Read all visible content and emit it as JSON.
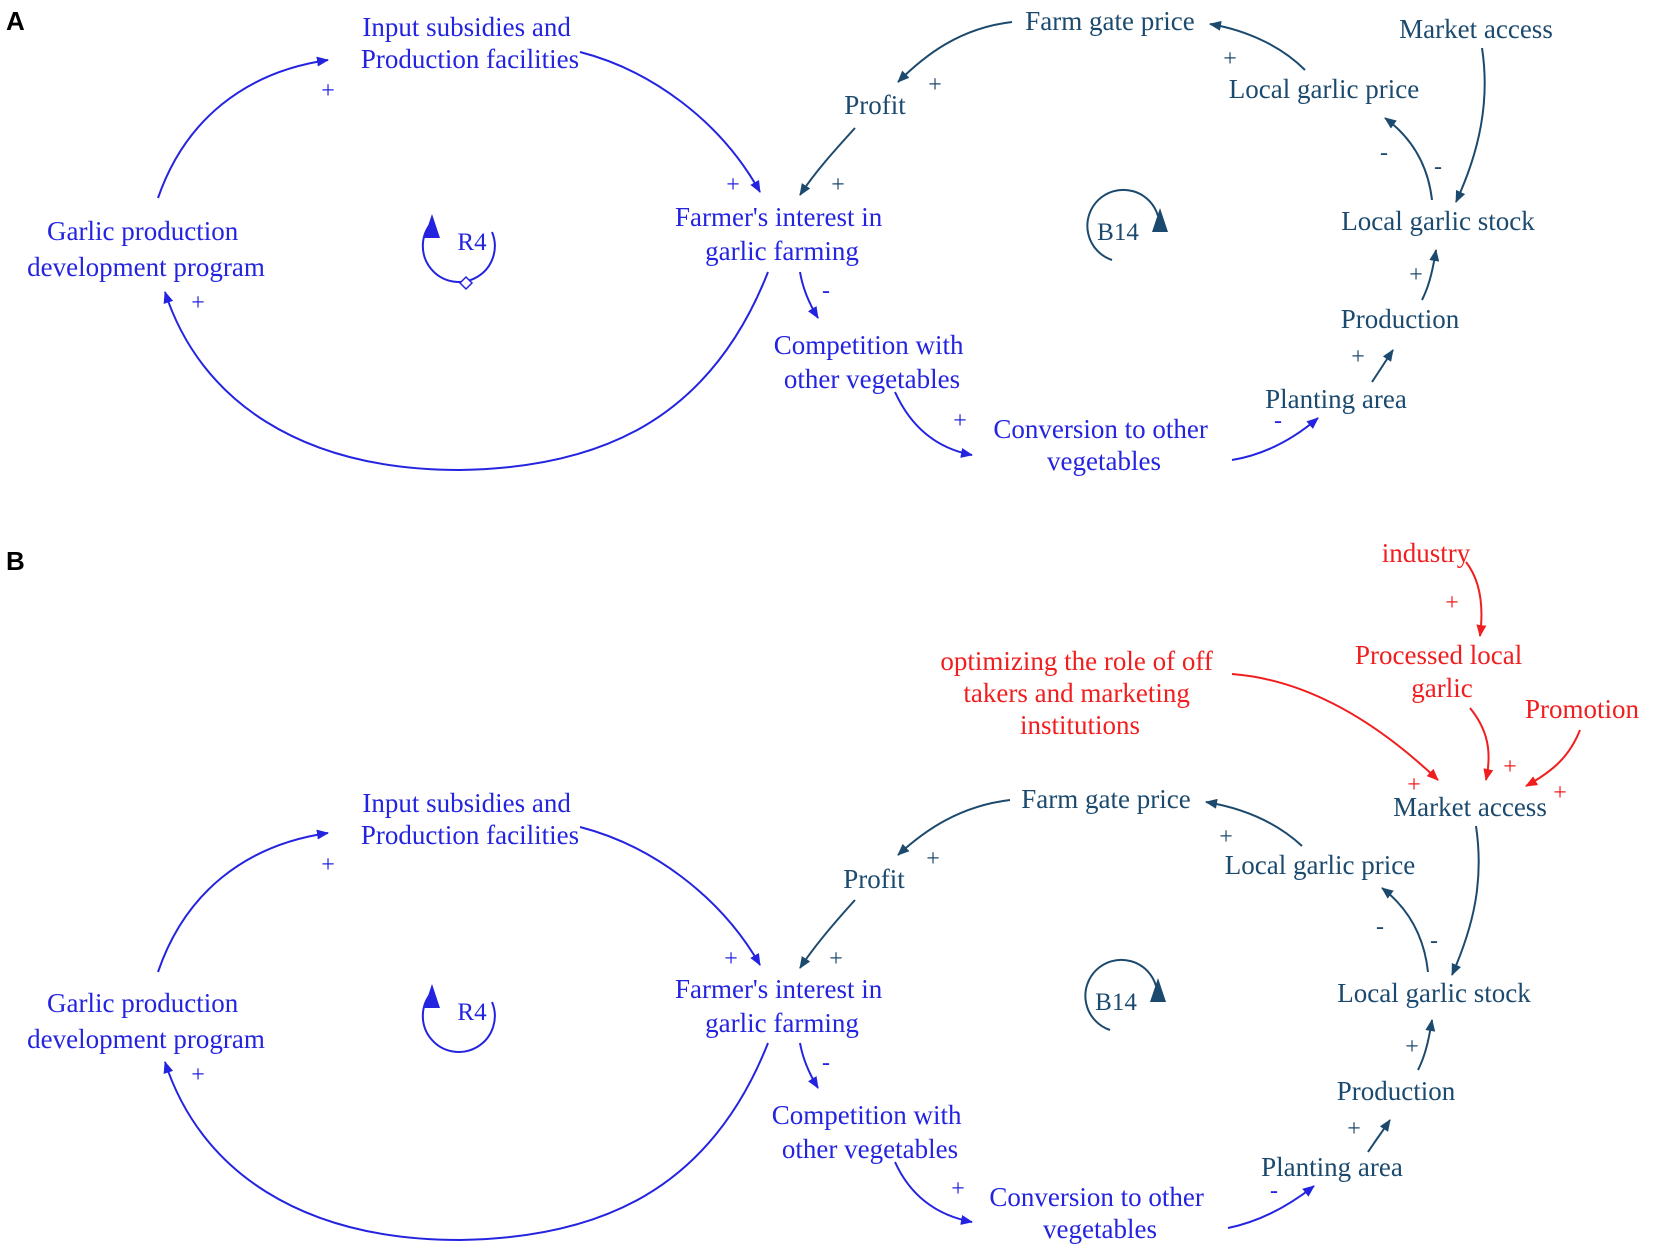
{
  "colors": {
    "primary": "#2424e0",
    "navy": "#1c4a6e",
    "red": "#f01e1e"
  },
  "panels": {
    "a": {
      "letter": "A"
    },
    "b": {
      "letter": "B"
    }
  },
  "nodes": {
    "input_subsidies": [
      "Input subsidies and",
      "Production facilities"
    ],
    "garlic_program": [
      "Garlic production",
      "development program"
    ],
    "farmers_interest": [
      "Farmer's interest in",
      "garlic farming"
    ],
    "competition": [
      "Competition with",
      "other vegetables"
    ],
    "conversion": [
      "Conversion to other",
      "vegetables"
    ],
    "profit": "Profit",
    "farm_gate_price": "Farm gate price",
    "local_garlic_price": "Local garlic price",
    "market_access": "Market access",
    "local_garlic_stock": "Local garlic stock",
    "production": "Production",
    "planting_area": "Planting area",
    "industry": "industry",
    "processed_local_garlic": [
      "Processed local",
      "garlic"
    ],
    "optimizing_role": [
      "optimizing the role of off",
      "takers and marketing",
      "institutions"
    ],
    "promotion": "Promotion"
  },
  "loops": {
    "reinforcing": "R4",
    "balancing": "B14"
  },
  "polarity": {
    "plus": "+",
    "minus": "-"
  }
}
